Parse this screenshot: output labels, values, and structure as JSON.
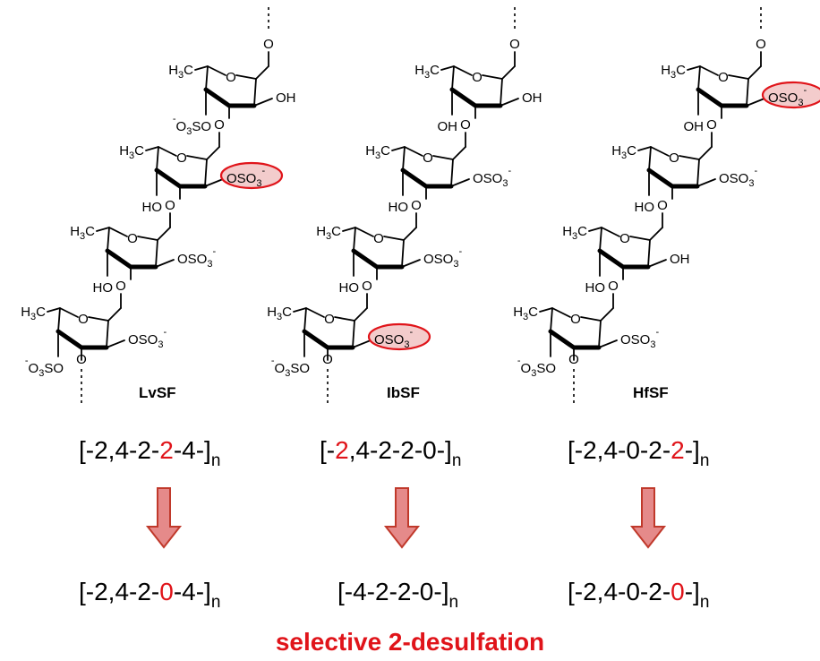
{
  "structures": [
    {
      "name": "LvSF",
      "units": [
        {
          "left": "-O3SO",
          "right": "OSO3-",
          "right_highlight": false
        },
        {
          "left": "HO",
          "right": "OSO3-",
          "right_highlight": false
        },
        {
          "left": "HO",
          "right": "OSO3-",
          "right_highlight": true
        },
        {
          "left": "-O3SO",
          "right": "OH",
          "right_highlight": false
        }
      ],
      "methyl": "H3C",
      "before": {
        "pre": "[-2,4-2-",
        "red": "2",
        "post": "-4-]",
        "sub": "n"
      },
      "after": {
        "pre": "[-2,4-2-",
        "red": "0",
        "post": "-4-]",
        "sub": "n"
      }
    },
    {
      "name": "IbSF",
      "units": [
        {
          "left": "-O3SO",
          "right": "OSO3-",
          "right_highlight": true
        },
        {
          "left": "HO",
          "right": "OSO3-",
          "right_highlight": false
        },
        {
          "left": "HO",
          "right": "OSO3-",
          "right_highlight": false
        },
        {
          "left": "OH",
          "right": "OH",
          "right_highlight": false
        }
      ],
      "methyl": "H3C",
      "before": {
        "pre": "[-",
        "red": "2",
        "post": ",4-2-2-0-]",
        "sub": "n"
      },
      "after": {
        "pre": "[-4-2-2-0-]",
        "red": "",
        "post": "",
        "sub": "n"
      }
    },
    {
      "name": "HfSF",
      "units": [
        {
          "left": "-O3SO",
          "right": "OSO3-",
          "right_highlight": false
        },
        {
          "left": "HO",
          "right": "OH",
          "right_highlight": false
        },
        {
          "left": "HO",
          "right": "OSO3-",
          "right_highlight": false
        },
        {
          "left": "OH",
          "right": "OSO3-",
          "right_highlight": true
        }
      ],
      "methyl": "H3C",
      "before": {
        "pre": "[-2,4-0-2-",
        "red": "2",
        "post": "-]",
        "sub": "n"
      },
      "after": {
        "pre": "[-2,4-0-2-",
        "red": "0",
        "post": "-]",
        "sub": "n"
      }
    }
  ],
  "caption": "selective 2-desulfation",
  "colors": {
    "highlight_red": "#e0141a",
    "highlight_fill": "#f3cccc",
    "arrow_fill": "#e58a8a"
  }
}
